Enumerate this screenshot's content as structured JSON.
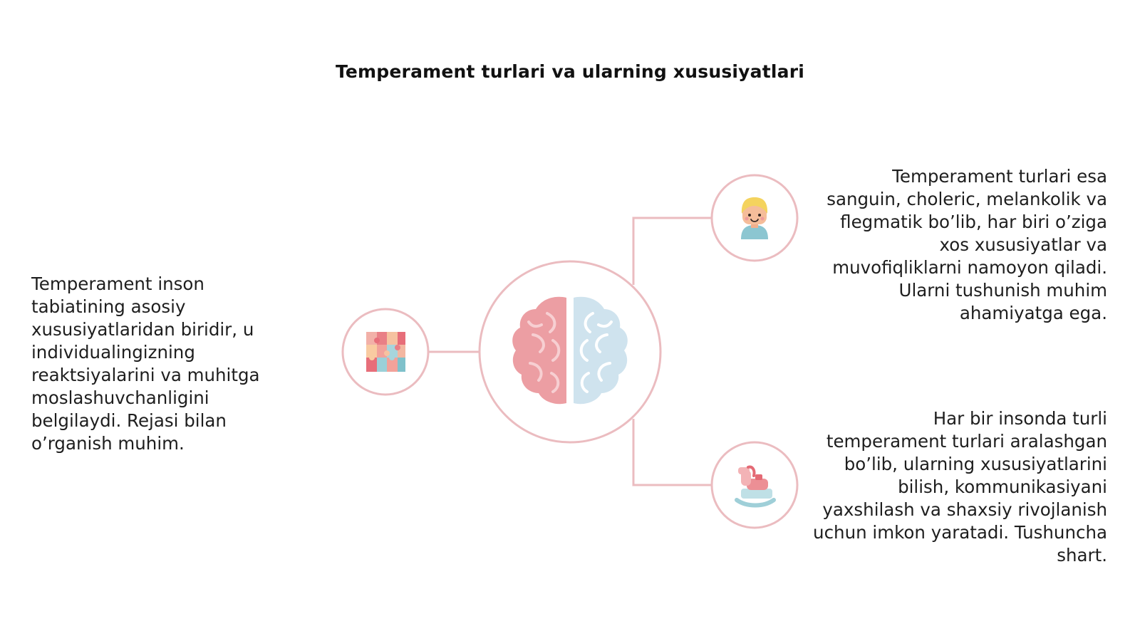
{
  "title": "Temperament turlari va ularning xususiyatlari",
  "colors": {
    "accent_ring": "#e8b8bc",
    "brain_left": "#ec9ea3",
    "brain_right": "#cfe3ee",
    "text": "#1e1e1e"
  },
  "nodes": {
    "center_icon": "brain-icon",
    "left_icon": "puzzle-blocks-icon",
    "top_right_icon": "person-avatar-icon",
    "bottom_right_icon": "rocking-horse-icon"
  },
  "texts": {
    "left": "Temperament inson tabiatining asosiy xususiyatlaridan biridir, u individualingizning reaktsiyalarini va muhitga moslashuvchanligini belgilaydi. Rejasi bilan o’rganish muhim.",
    "right_top": "Temperament turlari esa sanguin, choleric, melankolik va flegmatik bo’lib, har biri o’ziga xos xususiyatlar va muvofiqliklarni namoyon qiladi. Ularni tushunish muhim ahamiyatga ega.",
    "right_bottom": "Har bir insonda turli temperament turlari aralashgan bo’lib, ularning xususiyatlarini bilish, kommunikasiyani yaxshilash va shaxsiy rivojlanish uchun imkon yaratadi. Tushuncha shart."
  }
}
